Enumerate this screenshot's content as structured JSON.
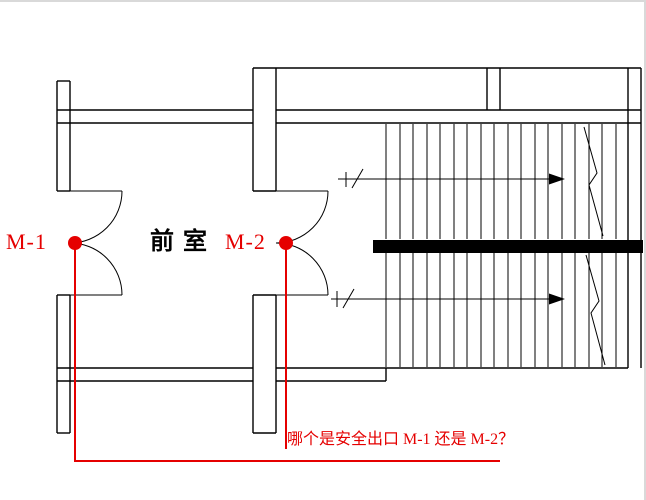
{
  "plan": {
    "room_label": "前室",
    "doors": {
      "m1": "M-1",
      "m2": "M-2"
    },
    "question": "哪个是安全出口 M-1 还是 M-2？",
    "colors": {
      "line": "#000000",
      "annotation": "#e50000",
      "background": "#ffffff"
    }
  }
}
